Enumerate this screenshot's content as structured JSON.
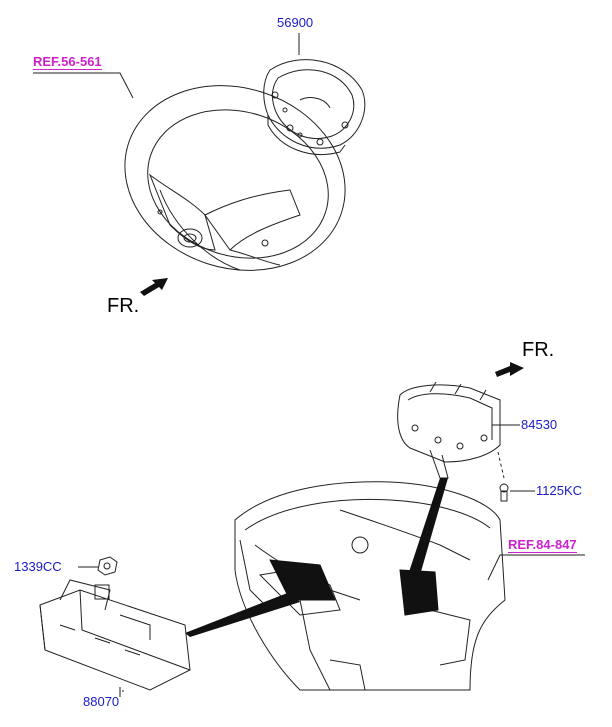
{
  "colors": {
    "part_label": "#1a1acc",
    "ref_label": "#cc22cc",
    "line": "#222222"
  },
  "labels": {
    "steering_airbag": "56900",
    "steering_ref": "REF.56-561",
    "fr_top": "FR.",
    "fr_bottom": "FR.",
    "passenger_airbag": "84530",
    "bolt": "1125KC",
    "dash_ref": "REF.84-847",
    "nut": "1339CC",
    "knee_airbag": "88070"
  }
}
